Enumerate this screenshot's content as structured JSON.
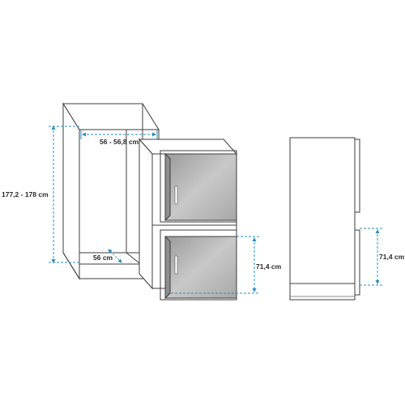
{
  "dimensions": {
    "total_height": "177,2 - 178 cm",
    "niche_width": "56 - 56,8 cm",
    "niche_depth": "56 cm",
    "door_height_front": "71,4 cm",
    "door_height_side": "71,4 cm"
  },
  "colors": {
    "outline": "#3c3c3c",
    "dimension_line": "#2a8fc0",
    "door_face": "#bfbfbf",
    "door_shade": "#8f8f8f",
    "cabinet_fill": "#ffffff"
  }
}
